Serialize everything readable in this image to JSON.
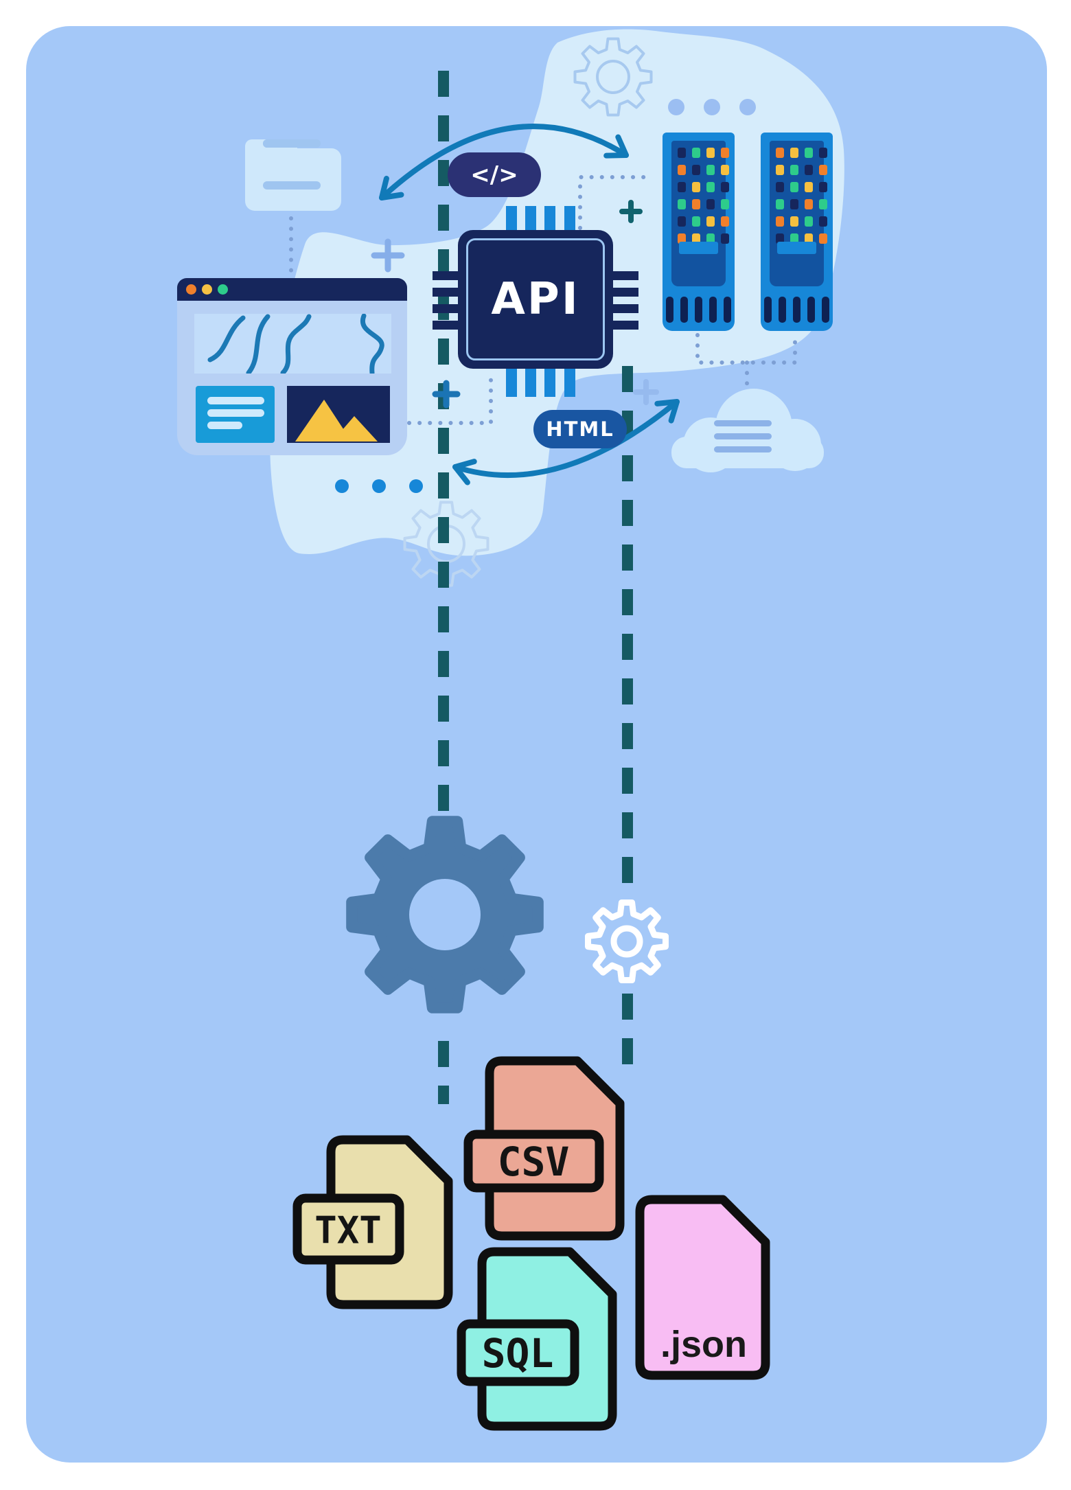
{
  "card": {
    "page_bg": "#ffffff",
    "card_bg": "#a4c8f8",
    "blob_bg": "#d6ecfb"
  },
  "chip": {
    "label": "API"
  },
  "badges": {
    "code": "</>",
    "html": "HTML"
  },
  "files": [
    {
      "name": "txt",
      "label": "TXT",
      "color": "#e9dfad"
    },
    {
      "name": "csv",
      "label": "CSV",
      "color": "#eba795"
    },
    {
      "name": "sql",
      "label": "SQL",
      "color": "#8ff0e3"
    },
    {
      "name": "json",
      "label": ".json",
      "color": "#f8bdf3"
    }
  ],
  "servers": {
    "palette": {
      "n": "#16265c",
      "g": "#2ecc8b",
      "y": "#f5c040",
      "o": "#f1802b"
    },
    "grid_left": [
      "ngyo",
      "ongy",
      "nygn",
      "gong",
      "ngyo",
      "oygn"
    ],
    "grid_right": [
      "oygn",
      "ygno",
      "ngyn",
      "gnog",
      "oygn",
      "ngyo"
    ]
  },
  "colors": {
    "arrow": "#117ab8",
    "dashed_line": "#155a63",
    "dotted_line": "#7d9fd4",
    "navy": "#16265c",
    "bright_blue": "#1787d8",
    "server_panel": "#1253a0",
    "gear_solid": "#4c7bab",
    "cloud": "#cfe9fc",
    "mountain_yellow": "#f6c343",
    "traffic_dots": [
      "#f0802c",
      "#f5c144",
      "#2ecc8b"
    ]
  }
}
